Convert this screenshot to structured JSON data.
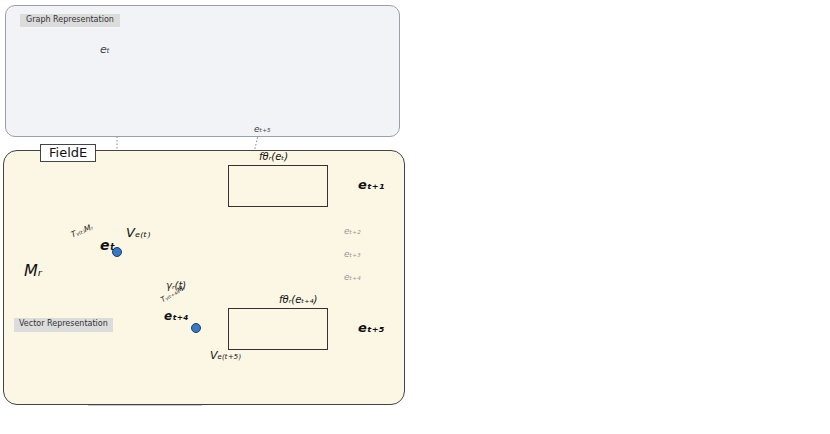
{
  "diagram": {
    "nodes": [
      {
        "text": [
          "Graph Representation"
        ]
      },
      {
        "text": [
          "FieldE"
        ]
      },
      {
        "text": [
          "fθᵣ(eₜ)"
        ],
        "in": 1
      },
      {
        "text": [
          "fθᵣ(eₜ₊₄)"
        ],
        "in": 1
      },
      {
        "text": [
          "eₜ"
        ],
        "in": 1
      },
      {
        "text": [
          "eₜ₊₄"
        ],
        "in": 1
      },
      {
        "text": [
          "Vector Representation"
        ],
        "in": 1
      }
    ],
    "edges": [
      {
        "from": 4,
        "to": 2,
        "arrow": "to"
      },
      {
        "from": 5,
        "to": 3,
        "arrow": "to"
      }
    ],
    "labels": [
      "eₜ",
      "eₜ₊₅",
      "eₜ₊₁",
      "eₜ₊₂",
      "eₜ₊₃",
      "eₜ₊₄",
      "eₜ₊₅",
      "Mᵣ",
      "Tᵧ₍ₜ₎Mᵣ",
      "Vₑ₍ₜ₎",
      "γᵣ(t)",
      "Tᵧ₍ₜ₊₄₎Mᵣ",
      "Vₑ₍ₜ₊₅₎"
    ]
  }
}
